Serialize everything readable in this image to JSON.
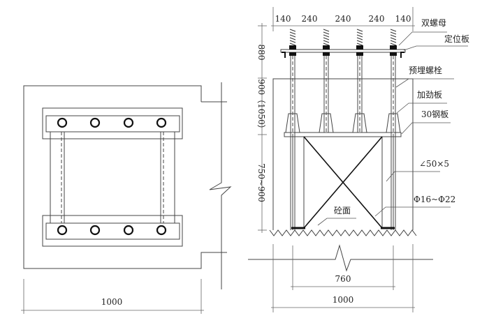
{
  "plan_view": {
    "width_dim": "1000"
  },
  "elevation": {
    "top_dims": [
      "140",
      "240",
      "240",
      "240",
      "140"
    ],
    "left_dims": [
      "880",
      "900（1050）",
      "750~900"
    ],
    "bottom_dims": {
      "inner": "760",
      "outer": "1000"
    },
    "labels": {
      "double_nut": "双螺母",
      "positioning_plate": "定位板",
      "embedded_bolt": "预埋螺栓",
      "stiffener": "加劲板",
      "steel_plate": "30钢板",
      "angle": "∠50×5",
      "rebar": "Φ16~Φ22",
      "concrete_surface": "砼面"
    }
  }
}
